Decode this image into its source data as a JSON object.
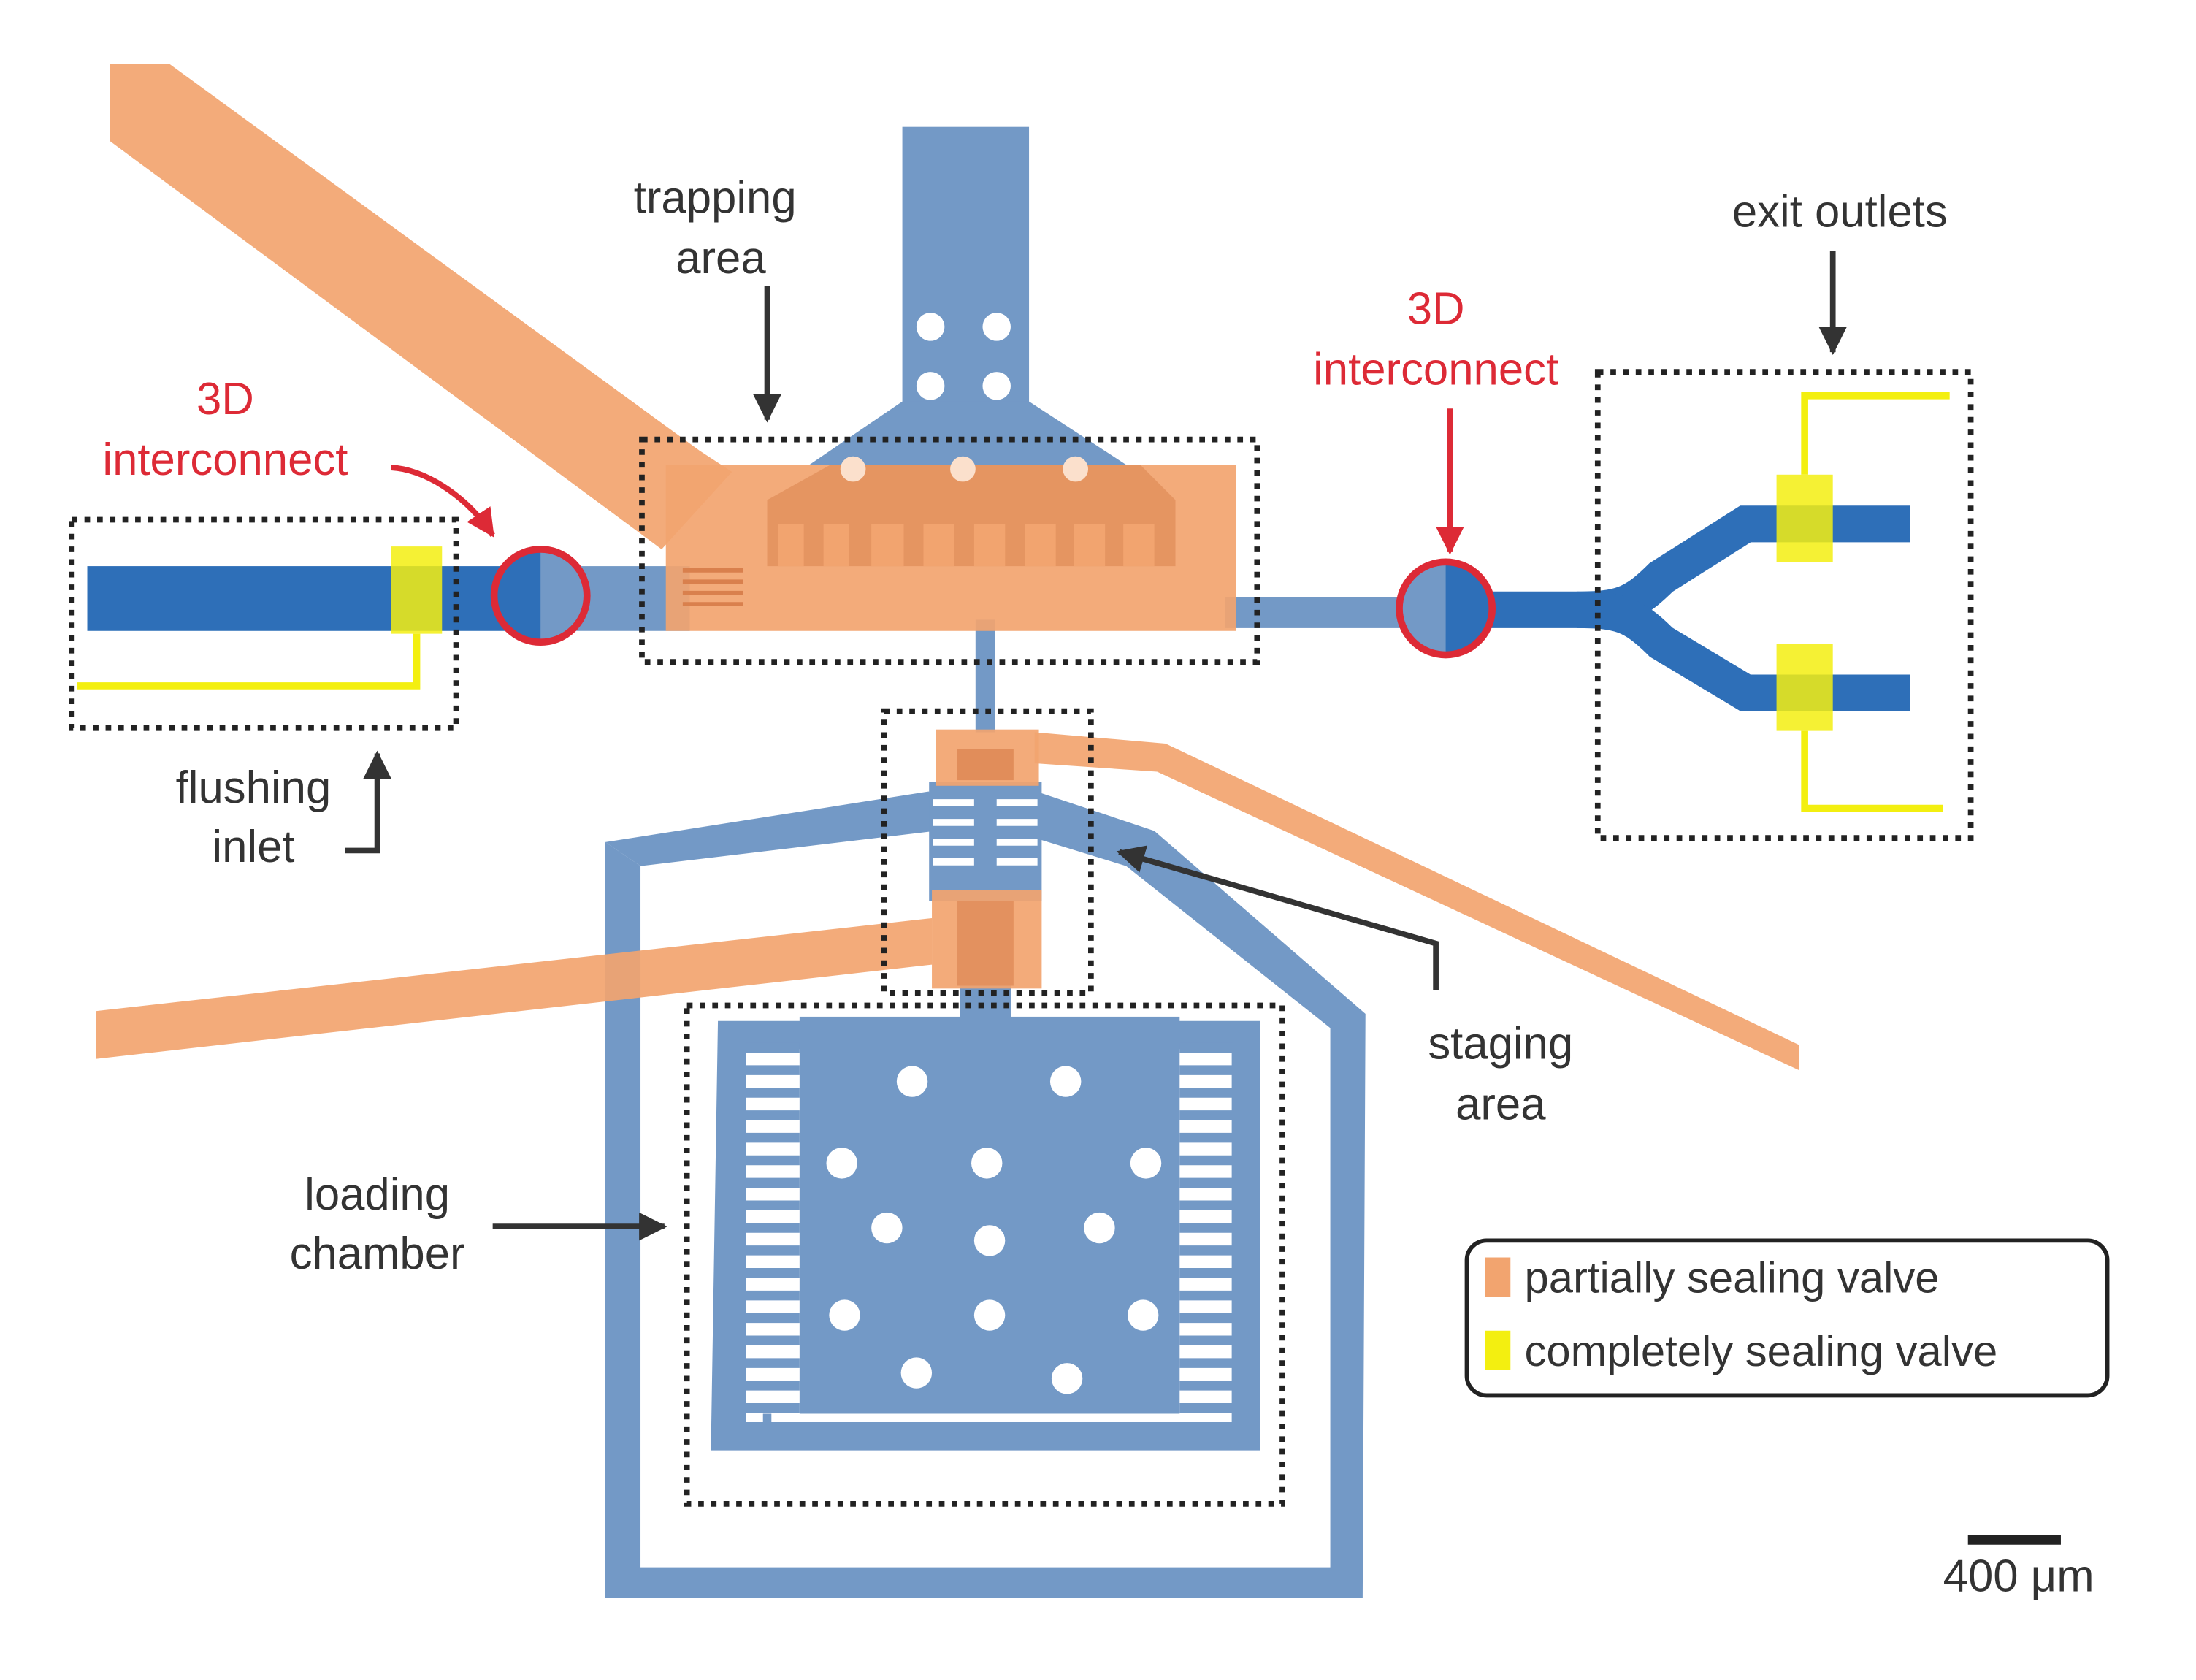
{
  "colors": {
    "channel": "#7399c6",
    "channel_dark": "#2e6fb8",
    "partial_valve": "#f2a46f",
    "complete_valve": "#f3ef10",
    "interconnect": "#dd2a36",
    "label": "#333333"
  },
  "labels": {
    "interconnect_left_line1": "3D",
    "interconnect_left_line2": "interconnect",
    "interconnect_right_line1": "3D",
    "interconnect_right_line2": "interconnect",
    "trapping_line1": "trapping",
    "trapping_line2": "area",
    "exit_outlets": "exit outlets",
    "flushing_line1": "flushing",
    "flushing_line2": "inlet",
    "staging_line1": "staging",
    "staging_line2": "area",
    "loading_line1": "loading",
    "loading_line2": "chamber"
  },
  "legend": {
    "partial": "partially sealing valve",
    "complete": "completely sealing valve"
  },
  "scale_bar": {
    "label": "400 μm"
  }
}
